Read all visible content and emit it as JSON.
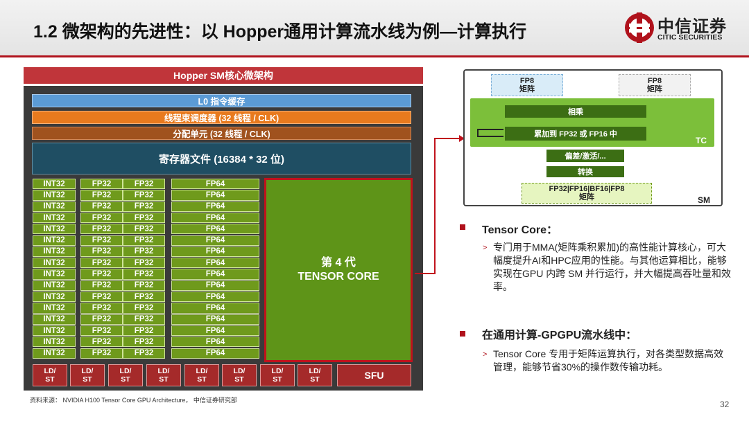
{
  "header": {
    "title": "1.2 微架构的先进性：以 Hopper通用计算流水线为例—计算执行",
    "logo_text_cn": "中信证券",
    "logo_text_en": "CITIC SECURITIES"
  },
  "diagram": {
    "header": "Hopper SM核心微架构",
    "l0_cache": "L0 指令缓存",
    "warp_scheduler": "线程束调度器 (32 线程 / CLK)",
    "dispatch_unit": "分配单元 (32 线程 / CLK)",
    "register_file": "寄存器文件 (16384 * 32 位)",
    "int32_label": "INT32",
    "fp32_label": "FP32",
    "fp64_label": "FP64",
    "tensor_core_line1": "第 4 代",
    "tensor_core_line2": "TENSOR CORE",
    "ldst_line1": "LD/",
    "ldst_line2": "ST",
    "sfu_label": "SFU"
  },
  "tc_diagram": {
    "fp8_a": "FP8\n矩阵",
    "fp8_b": "FP8\n矩阵",
    "multiply": "相乘",
    "accumulate": "累加到 FP32 或 FP16 中",
    "tc_label": "TC",
    "bias_activation": "偏差/激活/...",
    "convert": "转换",
    "output": "FP32|FP16|BF16|FP8\n矩阵",
    "sm_label": "SM"
  },
  "bullets": [
    {
      "heading": "Tensor Core：",
      "body": "专门用于MMA(矩阵乘积累加)的高性能计算核心，可大幅度提升AI和HPC应用的性能。与其他运算相比，能够实现在GPU 内跨 SM 并行运行，并大幅提高吞吐量和效率。"
    },
    {
      "heading": "在通用计算-GPGPU流水线中：",
      "body": "Tensor Core 专用于矩阵运算执行，对各类型数据高效管理，能够节省30%的操作数传输功耗。"
    }
  ],
  "footer": {
    "source": "资料来源： NVIDIA H100 Tensor Core GPU Architecture， 中信证券研究部",
    "page_number": "32"
  },
  "colors": {
    "brand_red": "#b0121c",
    "core_green": "#6f9a1c",
    "cache_blue": "#5b9bd5",
    "scheduler_orange": "#e87a1e",
    "dispatch_brown": "#a0521e",
    "register_teal": "#1f4e63"
  }
}
